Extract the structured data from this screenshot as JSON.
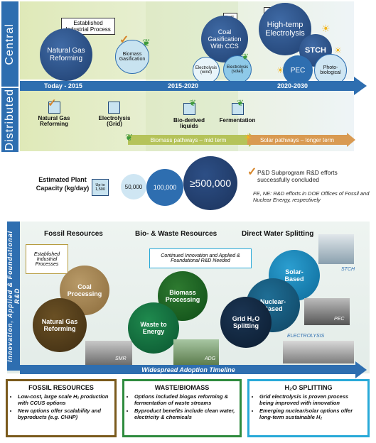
{
  "top": {
    "sidebar_central": "Central",
    "sidebar_distributed": "Distributed",
    "established_box": "Established Industrial Process",
    "natural_gas_reforming_central": "Natural Gas Reforming",
    "biomass_gasification": "Biomass Gasification",
    "fe_tag": "FE",
    "coal_gasification": "Coal Gasification With CCS",
    "electrolysis_wind": "Electrolysis (wind)",
    "electrolysis_solar": "Electrolysis (solar)",
    "ne_tag": "NE",
    "high_temp_electrolysis": "High-temp Electrolysis",
    "stch": "STCH",
    "pec": "PEC",
    "photobiological": "Photo-biological",
    "timeline_today": "Today - 2015",
    "timeline_mid": "2015-2020",
    "timeline_late": "2020-2030",
    "dist_ng_reforming": "Natural Gas Reforming",
    "dist_electrolysis_grid": "Electrolysis (Grid)",
    "dist_bio_liquids": "Bio-derived liquids",
    "dist_fermentation": "Fermentation",
    "biomass_pathways": "Biomass pathways – mid term",
    "solar_pathways": "Solar pathways – longer term"
  },
  "capacity": {
    "label": "Estimated Plant Capacity (kg/day)",
    "up_to": "Up to 1,500",
    "c1": "50,000",
    "c2": "100,000",
    "c3": "≥500,000",
    "legend_check": "P&D Subprogram R&D efforts successfully concluded",
    "legend_fe_ne": "FE, NE: R&D efforts in DOE Offices of Fossil and Nuclear Energy, respectively"
  },
  "bottom": {
    "side_label": "Innovation, Applied & Foundational R&D",
    "fossil_resources": "Fossil Resources",
    "bio_waste_resources": "Bio- & Waste Resources",
    "direct_water_splitting": "Direct Water Splitting",
    "established_processes": "Established Industrial Processes",
    "continued_innovation": "Continued Innovation and Applied & Foundational R&D Needed",
    "coal_processing": "Coal Processing",
    "natural_gas_reforming": "Natural Gas Reforming",
    "biomass_processing": "Biomass Processing",
    "waste_to_energy": "Waste to Energy",
    "solar_based": "Solar-Based",
    "nuclear_based": "Nuclear-Based",
    "grid_h2o_splitting": "Grid H₂O Splitting",
    "smr": "SMR",
    "adg": "ADG",
    "electrolysis_photo": "ELECTROLYSIS",
    "stch_photo": "STCH",
    "pec_photo": "PEC",
    "adoption_timeline": "Widespread Adoption Timeline"
  },
  "boxes": {
    "fossil": {
      "title": "FOSSIL RESOURCES",
      "b1": "Low-cost, large scale H₂ production with CCUS options",
      "b2": "New options offer scalability and byproducts (e.g. CHHP)"
    },
    "waste": {
      "title": "WASTE/BIOMASS",
      "b1": "Options included biogas reforming & fermentation of waste streams",
      "b2": "Byproduct benefits include clean water, electricity & chemicals"
    },
    "water": {
      "title": "H₂O SPLITTING",
      "b1": "Grid electrolysis is proven process being improved with innovation",
      "b2": "Emerging nuclear/solar options offer long-term sustainable H₂"
    }
  },
  "colors": {
    "navy": "#1f3f70",
    "blue": "#2e6eb0",
    "lightblue": "#cfe6f3",
    "green": "#2e8b3e",
    "olive": "#7a5a1c",
    "cyan": "#28a9d8"
  }
}
